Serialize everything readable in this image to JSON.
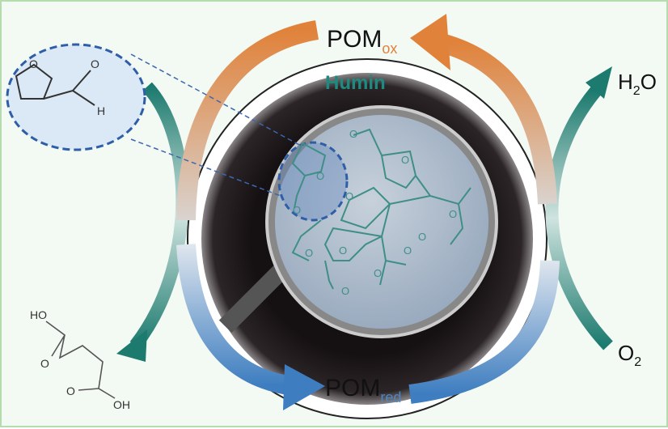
{
  "labels": {
    "pom": "POM",
    "ox": "ox",
    "red": "red",
    "humin": "Humin",
    "h2o_h": "H",
    "h2o_2": "2",
    "h2o_o": "O",
    "o2_o": "O",
    "o2_2": "2"
  },
  "furfural": {
    "o_ring": "O",
    "o_ald": "O",
    "h": "H"
  },
  "maleic_acid": {
    "ho": "HO",
    "o1": "O",
    "o2": "O",
    "oh": "OH"
  },
  "humin_atoms": {
    "o": "O"
  },
  "colors": {
    "oxidized": "#e0823a",
    "reduced": "#4a86c5",
    "oxygen_cycle": "#1c7a6e",
    "humin_text": "#1e8a80",
    "border": "#b5dcae"
  }
}
